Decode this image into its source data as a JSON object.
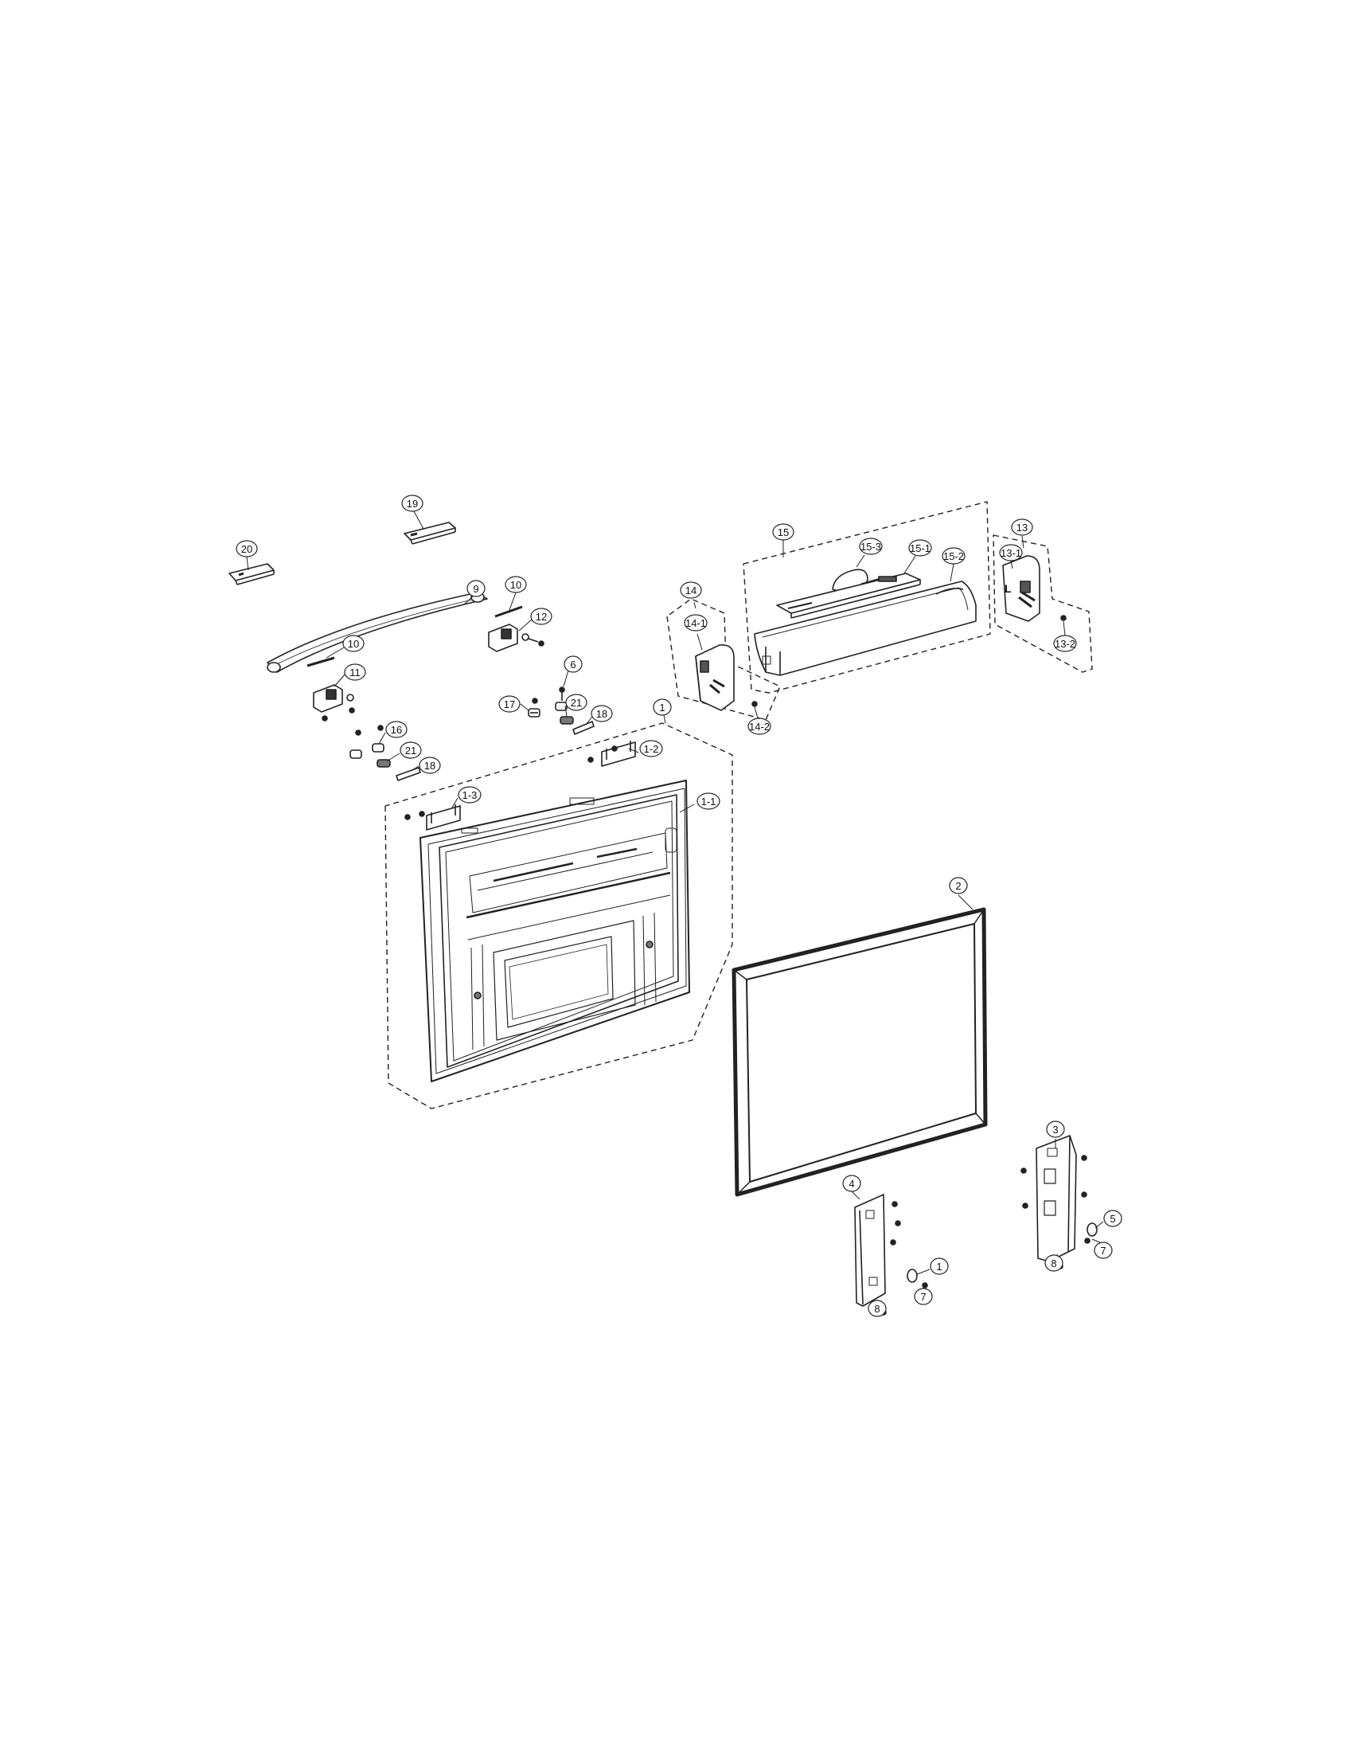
{
  "diagram": {
    "callouts": [
      {
        "id": "c20",
        "label": "20"
      },
      {
        "id": "c19",
        "label": "19"
      },
      {
        "id": "c9",
        "label": "9"
      },
      {
        "id": "c10a",
        "label": "10"
      },
      {
        "id": "c12",
        "label": "12"
      },
      {
        "id": "c10b",
        "label": "10"
      },
      {
        "id": "c11",
        "label": "11"
      },
      {
        "id": "c6",
        "label": "6"
      },
      {
        "id": "c17",
        "label": "17"
      },
      {
        "id": "c21a",
        "label": "21"
      },
      {
        "id": "c18a",
        "label": "18"
      },
      {
        "id": "c16",
        "label": "16"
      },
      {
        "id": "c21b",
        "label": "21"
      },
      {
        "id": "c18b",
        "label": "18"
      },
      {
        "id": "c1",
        "label": "1"
      },
      {
        "id": "c1-2",
        "label": "1-2"
      },
      {
        "id": "c1-3",
        "label": "1-3"
      },
      {
        "id": "c1-1",
        "label": "1-1"
      },
      {
        "id": "c14",
        "label": "14"
      },
      {
        "id": "c14-1",
        "label": "14-1"
      },
      {
        "id": "c14-2",
        "label": "14-2"
      },
      {
        "id": "c15",
        "label": "15"
      },
      {
        "id": "c15-3",
        "label": "15-3"
      },
      {
        "id": "c15-1",
        "label": "15-1"
      },
      {
        "id": "c15-2",
        "label": "15-2"
      },
      {
        "id": "c13",
        "label": "13"
      },
      {
        "id": "c13-1",
        "label": "13-1"
      },
      {
        "id": "c13-2",
        "label": "13-2"
      },
      {
        "id": "c2",
        "label": "2"
      },
      {
        "id": "c3",
        "label": "3"
      },
      {
        "id": "c5",
        "label": "5"
      },
      {
        "id": "c7a",
        "label": "7"
      },
      {
        "id": "c8a",
        "label": "8"
      },
      {
        "id": "c4",
        "label": "4"
      },
      {
        "id": "c1b",
        "label": "1"
      },
      {
        "id": "c7b",
        "label": "7"
      },
      {
        "id": "c8b",
        "label": "8"
      }
    ],
    "door_letter": "L"
  }
}
